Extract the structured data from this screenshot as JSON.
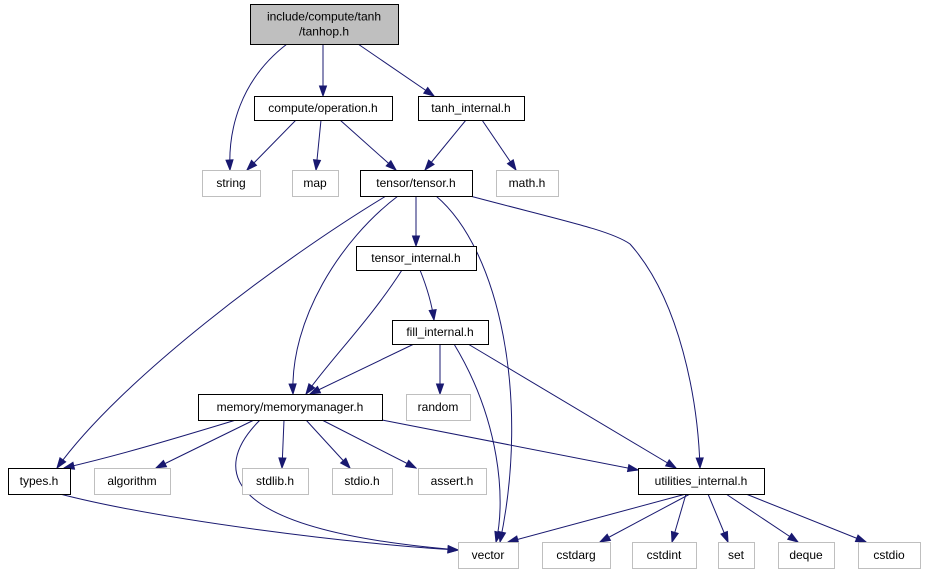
{
  "diagram": {
    "nodes": [
      {
        "id": "root",
        "kind": "root",
        "lines": [
          "include/compute/tanh",
          "/tanhop.h"
        ]
      },
      {
        "id": "operation",
        "kind": "local",
        "lines": [
          "compute/operation.h"
        ]
      },
      {
        "id": "tanh_internal",
        "kind": "local",
        "lines": [
          "tanh_internal.h"
        ]
      },
      {
        "id": "string",
        "kind": "system",
        "lines": [
          "string"
        ]
      },
      {
        "id": "map",
        "kind": "system",
        "lines": [
          "map"
        ]
      },
      {
        "id": "tensor",
        "kind": "local",
        "lines": [
          "tensor/tensor.h"
        ]
      },
      {
        "id": "math",
        "kind": "system",
        "lines": [
          "math.h"
        ]
      },
      {
        "id": "tensor_internal",
        "kind": "local",
        "lines": [
          "tensor_internal.h"
        ]
      },
      {
        "id": "fill_internal",
        "kind": "local",
        "lines": [
          "fill_internal.h"
        ]
      },
      {
        "id": "random",
        "kind": "system",
        "lines": [
          "random"
        ]
      },
      {
        "id": "memorymanager",
        "kind": "local",
        "lines": [
          "memory/memorymanager.h"
        ]
      },
      {
        "id": "types",
        "kind": "local",
        "lines": [
          "types.h"
        ]
      },
      {
        "id": "algorithm",
        "kind": "system",
        "lines": [
          "algorithm"
        ]
      },
      {
        "id": "stdlib",
        "kind": "system",
        "lines": [
          "stdlib.h"
        ]
      },
      {
        "id": "stdio",
        "kind": "system",
        "lines": [
          "stdio.h"
        ]
      },
      {
        "id": "assert",
        "kind": "system",
        "lines": [
          "assert.h"
        ]
      },
      {
        "id": "utilities_internal",
        "kind": "local",
        "lines": [
          "utilities_internal.h"
        ]
      },
      {
        "id": "vector",
        "kind": "system",
        "lines": [
          "vector"
        ]
      },
      {
        "id": "cstdarg",
        "kind": "system",
        "lines": [
          "cstdarg"
        ]
      },
      {
        "id": "cstdint",
        "kind": "system",
        "lines": [
          "cstdint"
        ]
      },
      {
        "id": "set",
        "kind": "system",
        "lines": [
          "set"
        ]
      },
      {
        "id": "deque",
        "kind": "system",
        "lines": [
          "deque"
        ]
      },
      {
        "id": "cstdio",
        "kind": "system",
        "lines": [
          "cstdio"
        ]
      }
    ],
    "edges": [
      {
        "from": "root",
        "to": "string"
      },
      {
        "from": "root",
        "to": "operation"
      },
      {
        "from": "root",
        "to": "tanh_internal"
      },
      {
        "from": "operation",
        "to": "string"
      },
      {
        "from": "operation",
        "to": "map"
      },
      {
        "from": "operation",
        "to": "tensor"
      },
      {
        "from": "tanh_internal",
        "to": "tensor"
      },
      {
        "from": "tanh_internal",
        "to": "math"
      },
      {
        "from": "tensor",
        "to": "types"
      },
      {
        "from": "tensor",
        "to": "memorymanager"
      },
      {
        "from": "tensor",
        "to": "tensor_internal"
      },
      {
        "from": "tensor",
        "to": "vector"
      },
      {
        "from": "tensor",
        "to": "utilities_internal"
      },
      {
        "from": "tensor_internal",
        "to": "memorymanager"
      },
      {
        "from": "tensor_internal",
        "to": "fill_internal"
      },
      {
        "from": "fill_internal",
        "to": "memorymanager"
      },
      {
        "from": "fill_internal",
        "to": "random"
      },
      {
        "from": "fill_internal",
        "to": "vector"
      },
      {
        "from": "fill_internal",
        "to": "utilities_internal"
      },
      {
        "from": "memorymanager",
        "to": "types"
      },
      {
        "from": "memorymanager",
        "to": "algorithm"
      },
      {
        "from": "memorymanager",
        "to": "stdlib"
      },
      {
        "from": "memorymanager",
        "to": "stdio"
      },
      {
        "from": "memorymanager",
        "to": "assert"
      },
      {
        "from": "memorymanager",
        "to": "utilities_internal"
      },
      {
        "from": "memorymanager",
        "to": "vector"
      },
      {
        "from": "types",
        "to": "vector"
      },
      {
        "from": "utilities_internal",
        "to": "vector"
      },
      {
        "from": "utilities_internal",
        "to": "cstdarg"
      },
      {
        "from": "utilities_internal",
        "to": "cstdint"
      },
      {
        "from": "utilities_internal",
        "to": "set"
      },
      {
        "from": "utilities_internal",
        "to": "deque"
      },
      {
        "from": "utilities_internal",
        "to": "cstdio"
      }
    ]
  },
  "colors": {
    "edge": "#191970",
    "root_fill": "#bfbfbf",
    "local_border": "#000000",
    "system_border": "#bfbfbf",
    "background": "#ffffff"
  }
}
